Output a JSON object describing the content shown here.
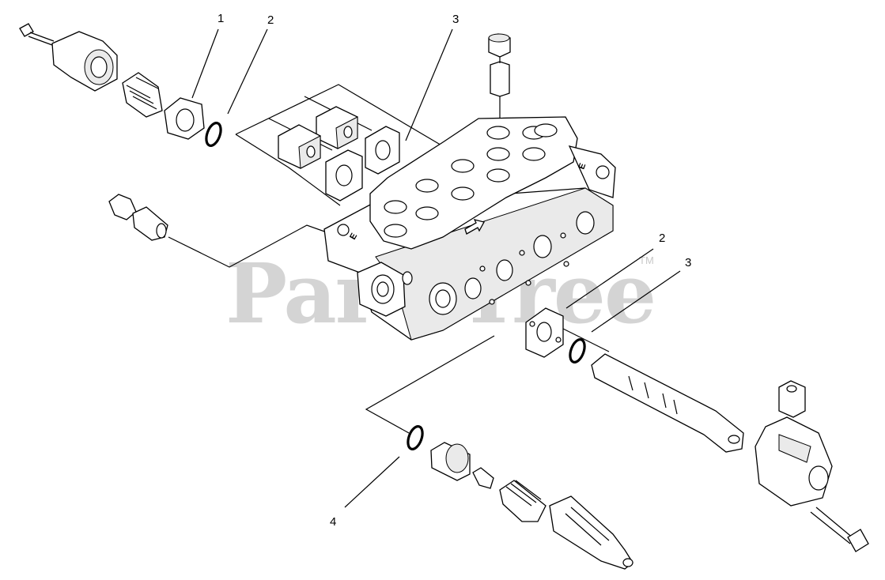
{
  "watermark": {
    "text": "PartsTree",
    "trademark": "TM"
  },
  "callouts": [
    {
      "id": "c1",
      "label": "1"
    },
    {
      "id": "c2",
      "label": "2"
    },
    {
      "id": "c3",
      "label": "3"
    },
    {
      "id": "c4",
      "label": "2"
    },
    {
      "id": "c5",
      "label": "3"
    },
    {
      "id": "c6",
      "label": "4"
    }
  ],
  "body_marks": {
    "left_mark": "E",
    "right_mark": "E",
    "center_arrow": "arrow-icon"
  },
  "colors": {
    "line": "#000000",
    "watermark": "#d4d4d4",
    "background": "#ffffff"
  }
}
